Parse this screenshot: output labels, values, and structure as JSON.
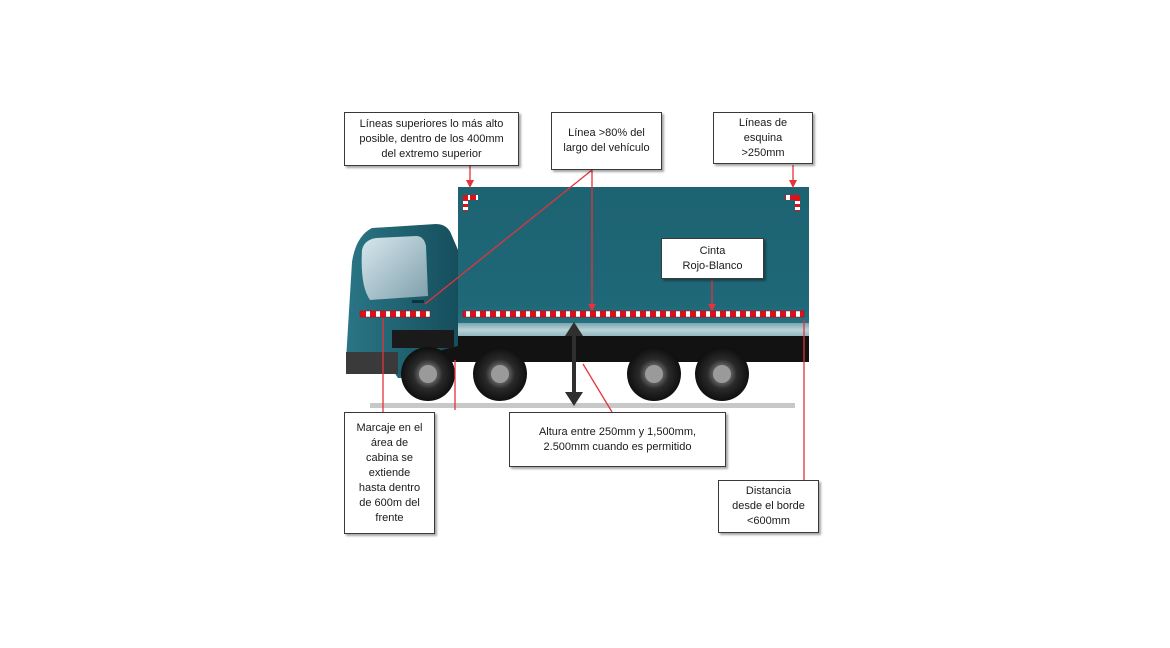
{
  "callouts": {
    "top_lines": [
      "Líneas superiores lo más alto",
      "posible, dentro de los 400mm",
      "del extremo superior"
    ],
    "line_80": [
      "Línea >80% del",
      "largo del vehículo"
    ],
    "corner_lines": [
      "Líneas de",
      "esquina",
      ">250mm"
    ],
    "tape": [
      "Cinta",
      "Rojo-Blanco"
    ],
    "cab_marking": [
      "Marcaje en el",
      "área de",
      "cabina se",
      "extiende",
      "hasta dentro",
      "de 600m del",
      "frente"
    ],
    "height": [
      "Altura entre 250mm y 1,500mm,",
      "2.500mm cuando es permitido"
    ],
    "edge_distance": [
      "Distancia",
      "desde el borde",
      "<600mm"
    ]
  },
  "colors": {
    "body": "#1f6473",
    "cab": "#1d5a6a",
    "tape_red": "#e0101a",
    "leader": "#e5333b",
    "chassis": "#111111"
  }
}
